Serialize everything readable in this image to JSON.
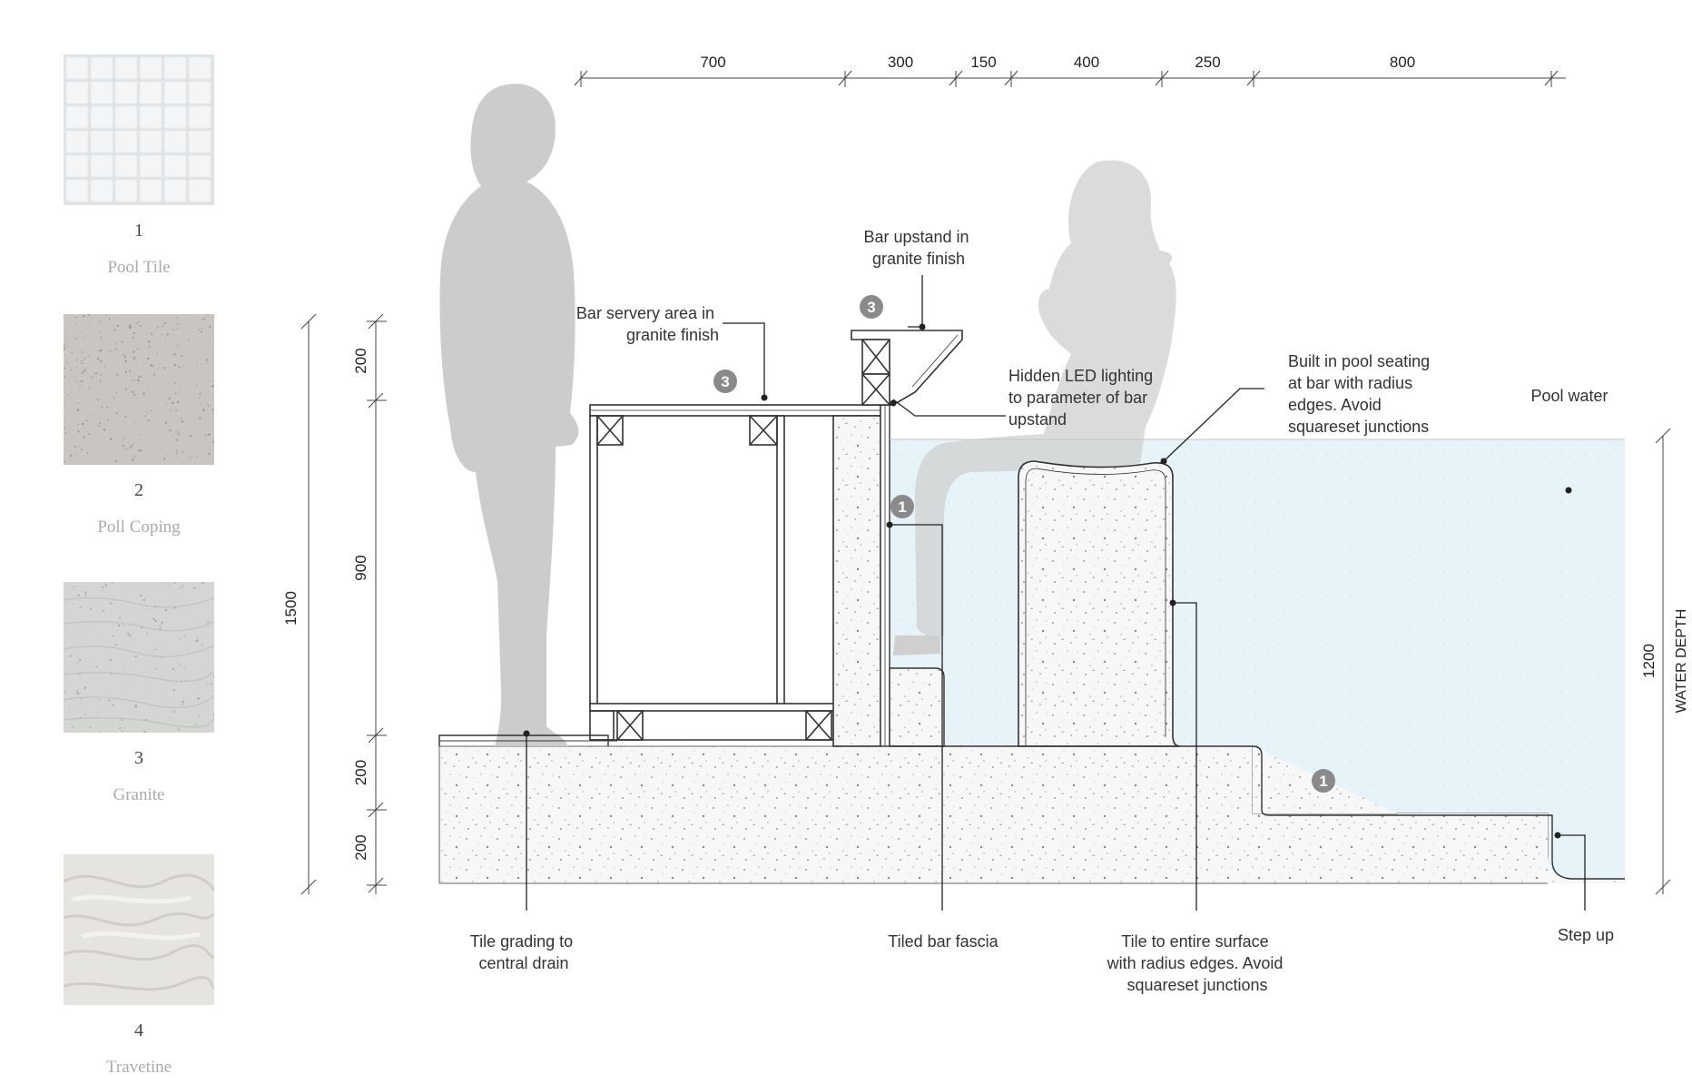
{
  "materials": [
    {
      "number": "1",
      "name": "Pool Tile"
    },
    {
      "number": "2",
      "name": "Poll Coping"
    },
    {
      "number": "3",
      "name": "Granite"
    },
    {
      "number": "4",
      "name": "Travetine"
    }
  ],
  "dimensions": {
    "horizontal": [
      "700",
      "300",
      "150",
      "400",
      "250",
      "800"
    ],
    "vertical_inner": [
      "200",
      "900",
      "200",
      "200"
    ],
    "overall_height": "1500",
    "water_depth_value": "1200",
    "water_depth_label": "WATER DEPTH"
  },
  "callouts": {
    "bar_upstand": [
      "Bar upstand in",
      "granite finish"
    ],
    "bar_servery": [
      "Bar servery area in",
      "granite finish"
    ],
    "hidden_led": [
      "Hidden LED lighting",
      "to parameter of bar",
      "upstand"
    ],
    "built_in_seating": [
      "Built in pool seating",
      "at bar with radius",
      "edges. Avoid",
      "squareset junctions"
    ],
    "pool_water": [
      "Pool water"
    ],
    "tile_grading": [
      "Tile grading to",
      "central drain"
    ],
    "tiled_fascia": [
      "Tiled bar fascia"
    ],
    "tile_entire_surface": [
      "Tile to entire surface",
      "with radius edges. Avoid",
      "squareset junctions"
    ],
    "step_up": [
      "Step up"
    ]
  },
  "markers": {
    "granite": "3",
    "pool_tile": "1"
  },
  "colors": {
    "water": "#e6f3f8",
    "concrete": "#f6f6f6",
    "silhouette": "#cccccc",
    "line": "#333333",
    "marker": "#8a8a8a"
  }
}
